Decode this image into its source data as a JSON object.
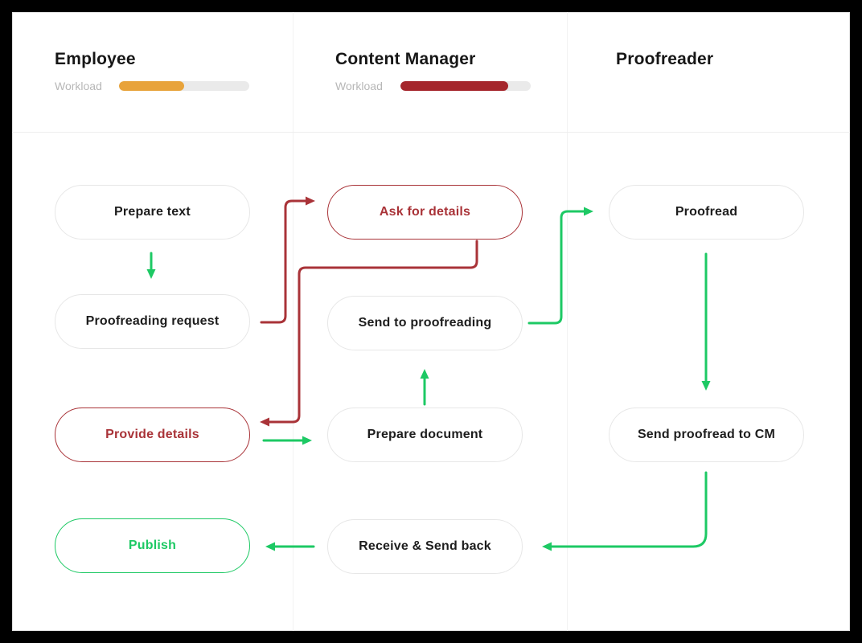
{
  "colors": {
    "green": "#1dc964",
    "red": "#a93338",
    "amber": "#e8a33b",
    "dark_red": "#a5262c"
  },
  "lanes": [
    {
      "id": "employee",
      "title": "Employee",
      "workload_label": "Workload",
      "workload_percent": 50,
      "workload_color": "#e8a33b"
    },
    {
      "id": "content-manager",
      "title": "Content Manager",
      "workload_label": "Workload",
      "workload_percent": 83,
      "workload_color": "#a5262c"
    },
    {
      "id": "proofreader",
      "title": "Proofreader"
    }
  ],
  "nodes": [
    {
      "id": "prepare-text",
      "label": "Prepare text",
      "lane": "employee",
      "variant": "default"
    },
    {
      "id": "proofreading-request",
      "label": "Proofreading request",
      "lane": "employee",
      "variant": "default"
    },
    {
      "id": "provide-details",
      "label": "Provide details",
      "lane": "employee",
      "variant": "red"
    },
    {
      "id": "publish",
      "label": "Publish",
      "lane": "employee",
      "variant": "green"
    },
    {
      "id": "ask-for-details",
      "label": "Ask for details",
      "lane": "content-manager",
      "variant": "red"
    },
    {
      "id": "send-to-proofreading",
      "label": "Send to proofreading",
      "lane": "content-manager",
      "variant": "default"
    },
    {
      "id": "prepare-document",
      "label": "Prepare document",
      "lane": "content-manager",
      "variant": "default"
    },
    {
      "id": "receive-send-back",
      "label": "Receive & Send back",
      "lane": "content-manager",
      "variant": "default"
    },
    {
      "id": "proofread",
      "label": "Proofread",
      "lane": "proofreader",
      "variant": "default"
    },
    {
      "id": "send-proofread-to-cm",
      "label": "Send proofread to CM",
      "lane": "proofreader",
      "variant": "default"
    }
  ],
  "edges": [
    {
      "id": "prepare-to-request",
      "from": "prepare-text",
      "to": "proofreading-request",
      "color": "green"
    },
    {
      "id": "request-to-ask",
      "from": "proofreading-request",
      "to": "ask-for-details",
      "color": "red"
    },
    {
      "id": "ask-to-provide",
      "from": "ask-for-details",
      "to": "provide-details",
      "color": "red"
    },
    {
      "id": "provide-to-prepare-doc",
      "from": "provide-details",
      "to": "prepare-document",
      "color": "green"
    },
    {
      "id": "prepare-doc-to-send",
      "from": "prepare-document",
      "to": "send-to-proofreading",
      "color": "green"
    },
    {
      "id": "send-to-proofread",
      "from": "send-to-proofreading",
      "to": "proofread",
      "color": "green"
    },
    {
      "id": "proofread-to-sendcm",
      "from": "proofread",
      "to": "send-proofread-to-cm",
      "color": "green"
    },
    {
      "id": "sendcm-to-receive",
      "from": "send-proofread-to-cm",
      "to": "receive-send-back",
      "color": "green"
    },
    {
      "id": "receive-to-publish",
      "from": "receive-send-back",
      "to": "publish",
      "color": "green"
    }
  ]
}
